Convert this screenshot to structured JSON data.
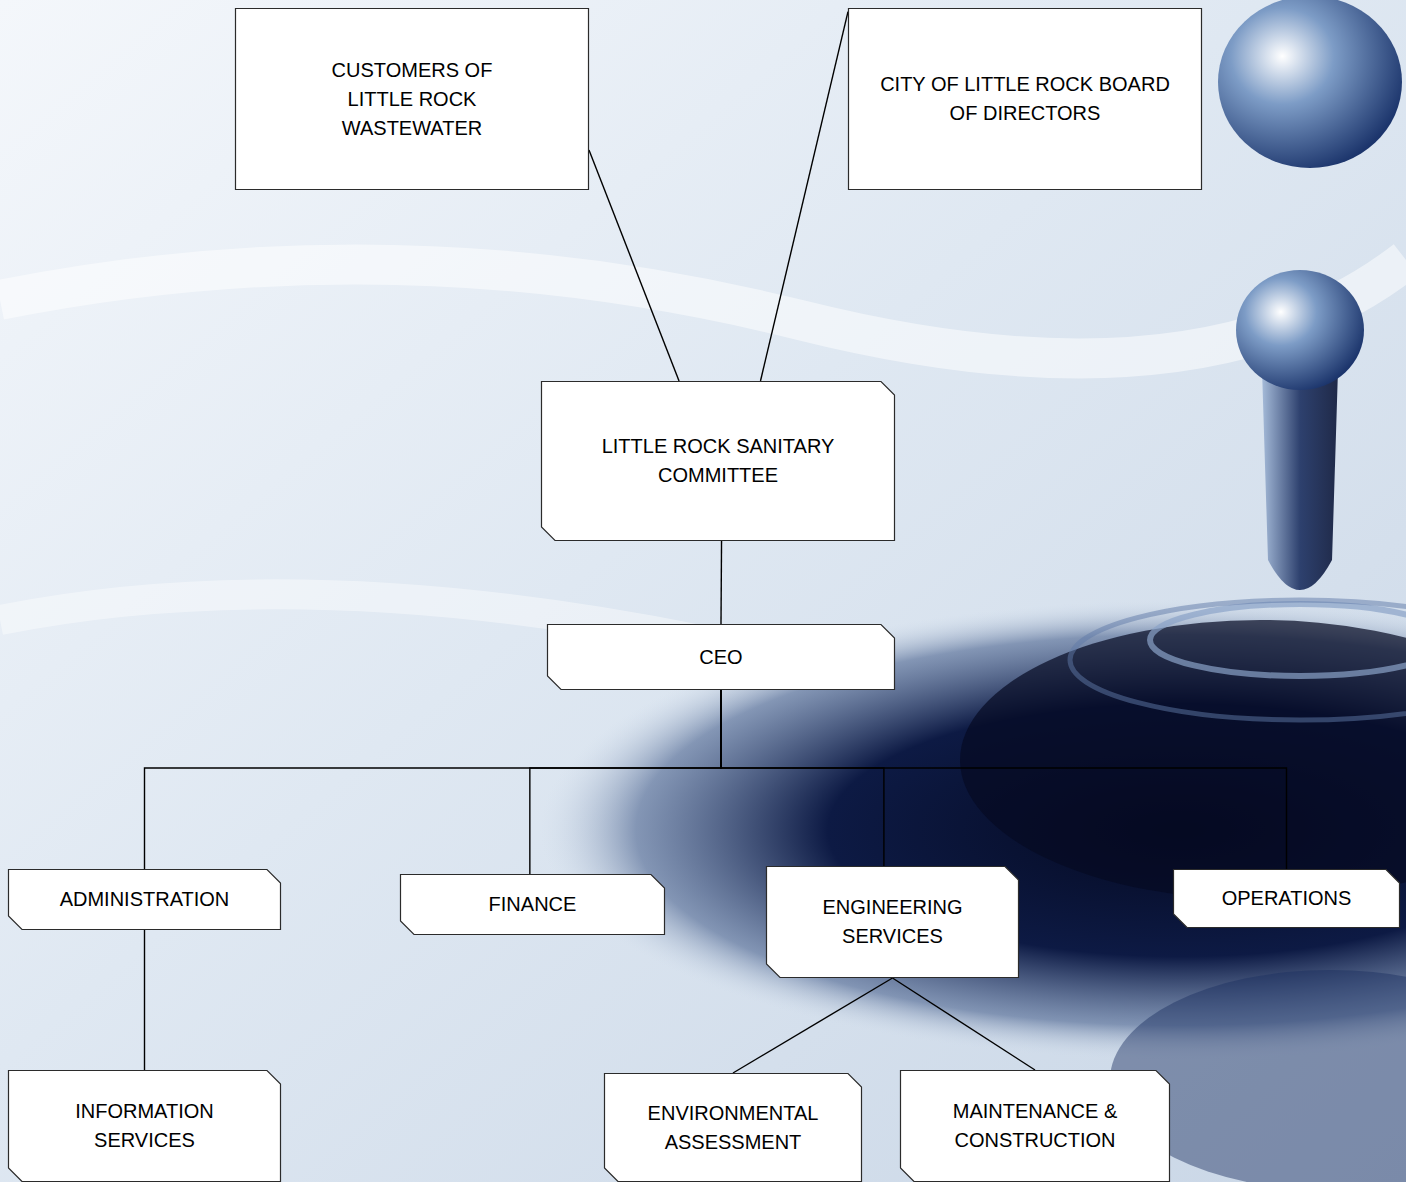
{
  "diagram": {
    "nodes": [
      {
        "text": [
          "CUSTOMERS OF LITTLE ROCK WASTEWATER"
        ]
      },
      {
        "text": [
          "CITY OF LITTLE ROCK BOARD OF DIRECTORS"
        ]
      },
      {
        "text": [
          "LITTLE ROCK SANITARY COMMITTEE"
        ]
      },
      {
        "text": [
          "CEO"
        ]
      },
      {
        "text": [
          "ADMINISTRATION"
        ]
      },
      {
        "text": [
          "FINANCE"
        ]
      },
      {
        "text": [
          "ENGINEERING SERVICES"
        ]
      },
      {
        "text": [
          "OPERATIONS"
        ]
      },
      {
        "text": [
          "INFORMATION SERVICES"
        ]
      },
      {
        "text": [
          "ENVIRONMENTAL ASSESSMENT"
        ]
      },
      {
        "text": [
          "MAINTENANCE & CONSTRUCTION"
        ]
      }
    ],
    "edges": [
      {
        "from": 0,
        "to": 2,
        "arrow": "none"
      },
      {
        "from": 1,
        "to": 2,
        "arrow": "none"
      },
      {
        "from": 2,
        "to": 3,
        "arrow": "none"
      },
      {
        "from": 3,
        "to": 4,
        "arrow": "none"
      },
      {
        "from": 3,
        "to": 5,
        "arrow": "none"
      },
      {
        "from": 3,
        "to": 6,
        "arrow": "none"
      },
      {
        "from": 3,
        "to": 7,
        "arrow": "none"
      },
      {
        "from": 4,
        "to": 8,
        "arrow": "none"
      },
      {
        "from": 6,
        "to": 9,
        "arrow": "none"
      },
      {
        "from": 6,
        "to": 10,
        "arrow": "none"
      }
    ]
  }
}
